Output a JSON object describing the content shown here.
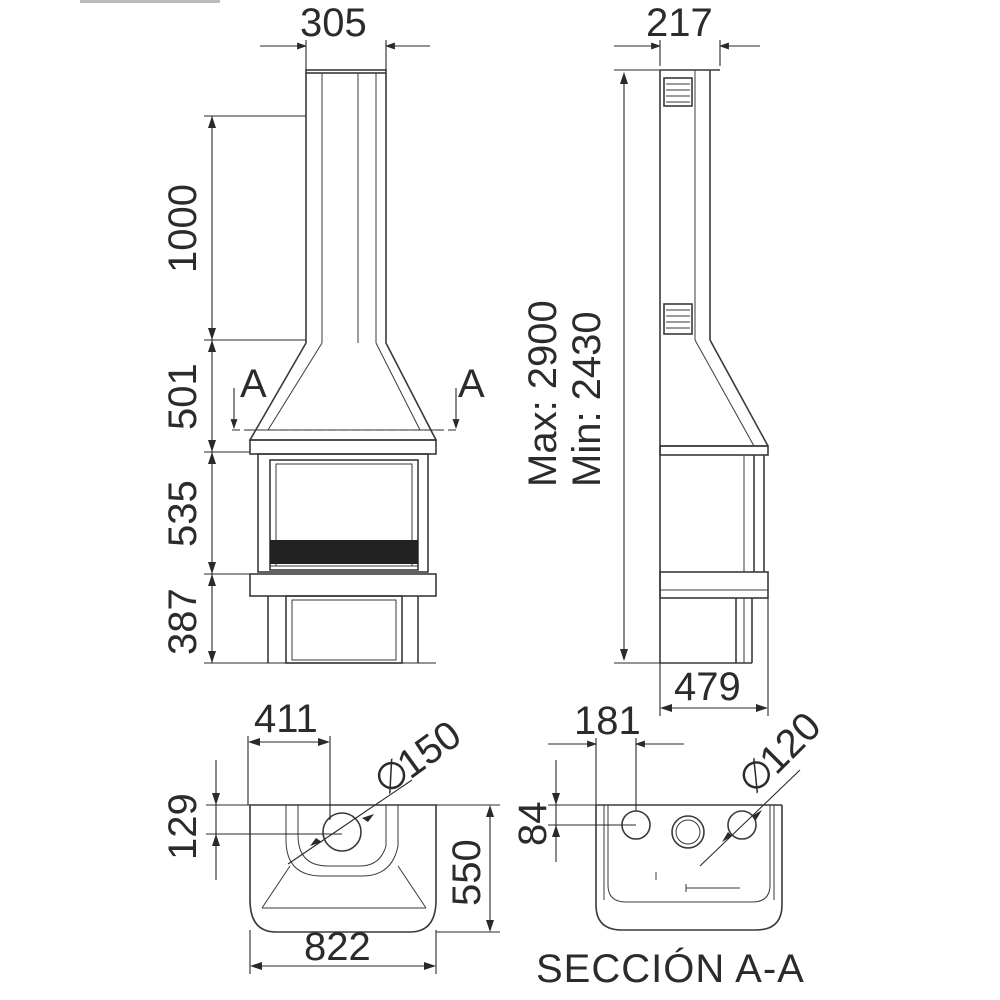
{
  "dimensions": {
    "front_width_305": "305",
    "side_width_217": "217",
    "h_1000": "1000",
    "h_501": "501",
    "h_535": "535",
    "h_387": "387",
    "max_height": "Max: 2900",
    "min_height": "Min: 2430",
    "depth_479": "479",
    "plan_411": "411",
    "plan_phi150": "150",
    "plan_129": "129",
    "plan_550": "550",
    "plan_822": "822",
    "sec_181": "181",
    "sec_phi120": "120",
    "sec_84": "84"
  },
  "section_marks": {
    "left": "A",
    "right": "A"
  },
  "phi_symbol": "∅",
  "section_title": "SECCIÓN A-A",
  "colors": {
    "line": "#3a3a3a",
    "grate": "#222222",
    "background": "#ffffff"
  }
}
